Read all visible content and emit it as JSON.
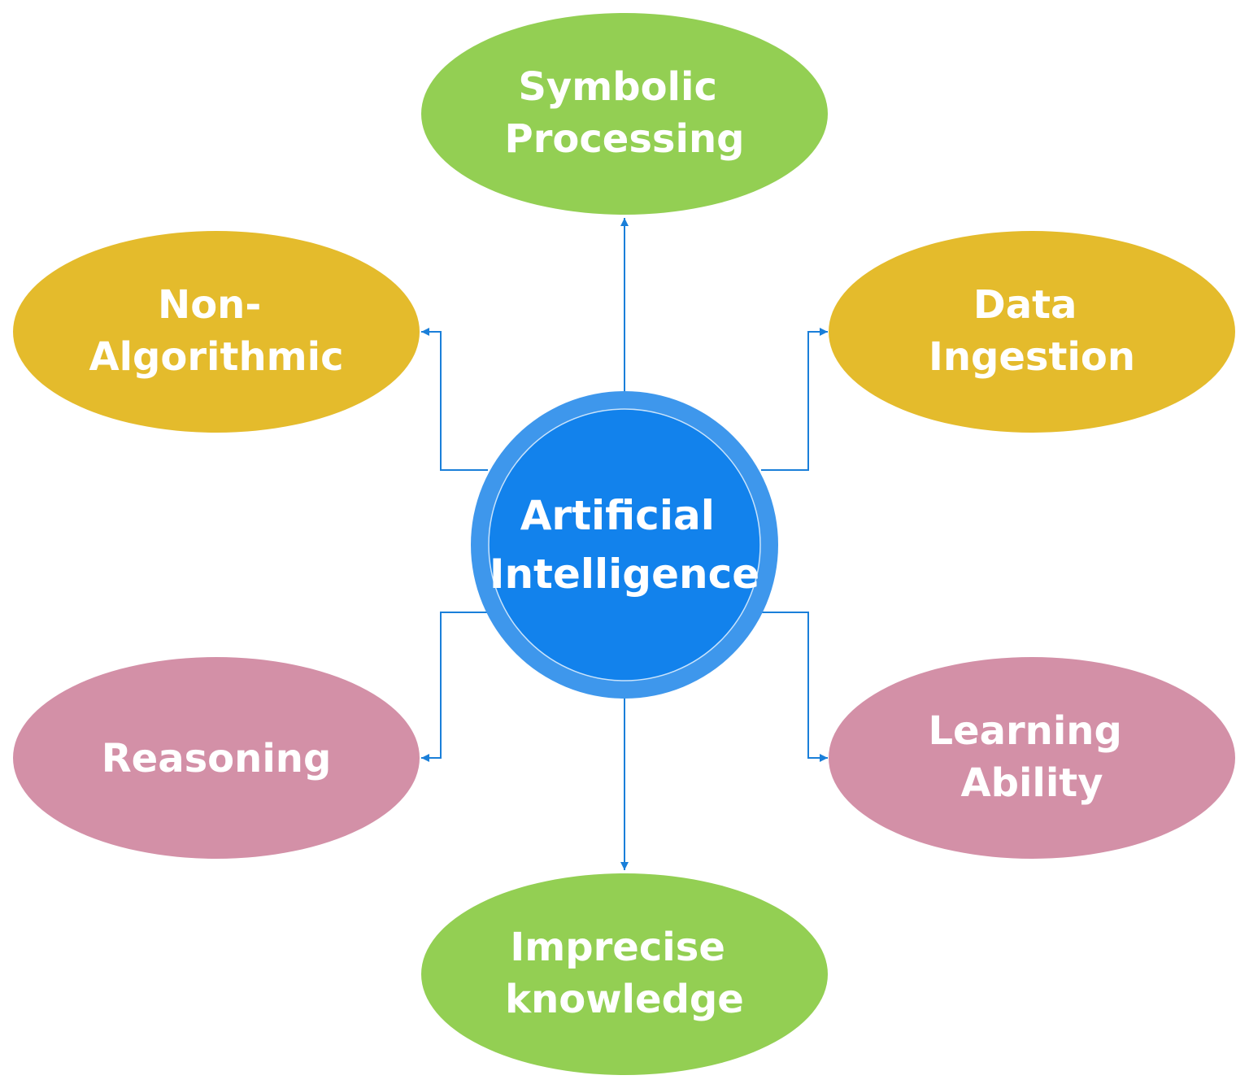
{
  "colors": {
    "connector": "#1a7fd9",
    "center_fill": "#1282ec",
    "center_ring": "#3e97ec",
    "center_inner_line": "#c9e3fb",
    "green": "#93cf53",
    "gold": "#e4bb2c",
    "pink": "#d390a7",
    "text": "#ffffff"
  },
  "center": {
    "lines": [
      "Artificial",
      "Intelligence"
    ]
  },
  "nodes": {
    "symbolic_processing": {
      "lines": [
        "Symbolic",
        "Processing"
      ]
    },
    "non_algorithmic": {
      "lines": [
        "Non-",
        "Algorithmic"
      ]
    },
    "data_ingestion": {
      "lines": [
        "Data",
        "Ingestion"
      ]
    },
    "reasoning": {
      "lines": [
        "Reasoning"
      ]
    },
    "learning_ability": {
      "lines": [
        "Learning",
        "Ability"
      ]
    },
    "imprecise_knowledge": {
      "lines": [
        "Imprecise",
        "knowledge"
      ]
    }
  }
}
